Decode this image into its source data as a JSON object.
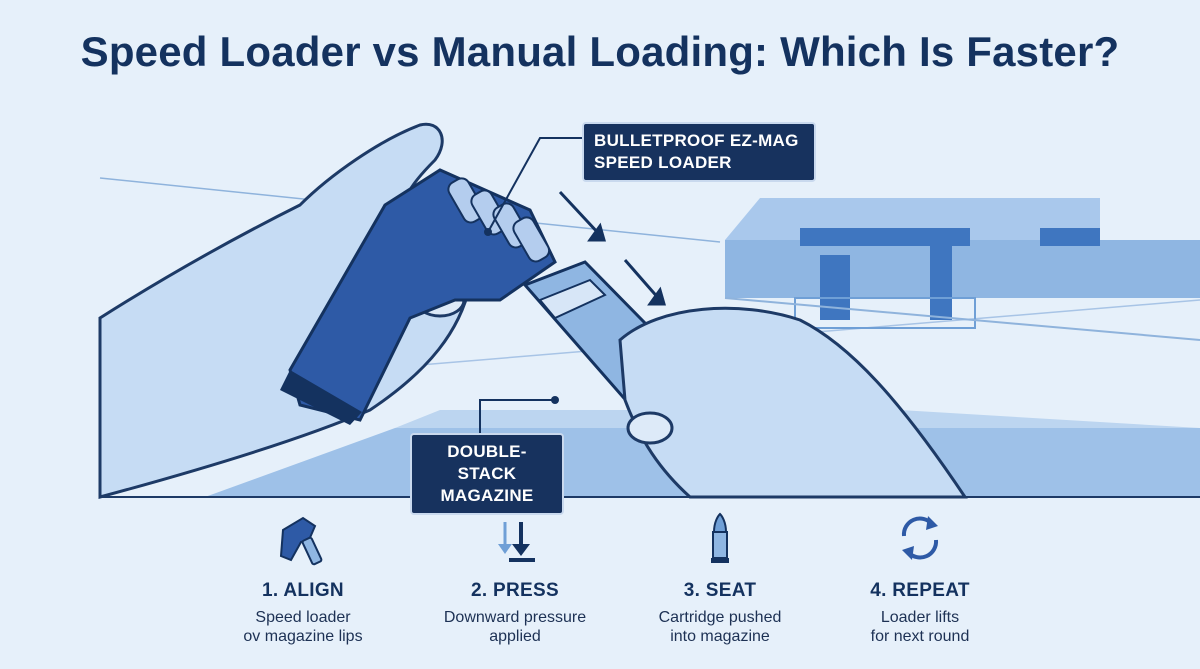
{
  "title": "Speed Loader vs Manual Loading: Which Is Faster?",
  "callouts": {
    "loader_line1": "BULLETPROOF EZ-MAG",
    "loader_line2": "SPEED LOADER",
    "mag_line1": "DOUBLE-STACK",
    "mag_line2": "MAGAZINE"
  },
  "steps": [
    {
      "icon": "speed-loader-icon",
      "label": "1. ALIGN",
      "desc1": "Speed loader",
      "desc2": "ov magazine lips"
    },
    {
      "icon": "press-down-arrows-icon",
      "label": "2. PRESS",
      "desc1": "Downward pressure",
      "desc2": "applied"
    },
    {
      "icon": "cartridge-icon",
      "label": "3. SEAT",
      "desc1": "Cartridge pushed",
      "desc2": "into magazine"
    },
    {
      "icon": "repeat-cycle-icon",
      "label": "4. REPEAT",
      "desc1": "Loader lifts",
      "desc2": "for next round"
    }
  ],
  "colors": {
    "navy": "#14325f",
    "mid_blue": "#6f9fd6",
    "light_blue": "#c9ddf3",
    "background": "#e6f0fa"
  }
}
